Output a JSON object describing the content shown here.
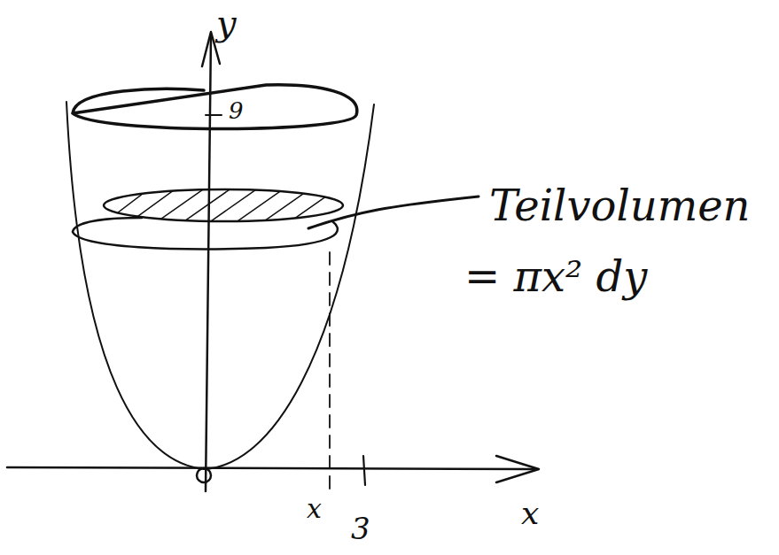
{
  "diagram": {
    "labels": [
      "y",
      "9",
      "Teilvolumen",
      "= πx² dy",
      "x",
      "3",
      "x"
    ]
  }
}
